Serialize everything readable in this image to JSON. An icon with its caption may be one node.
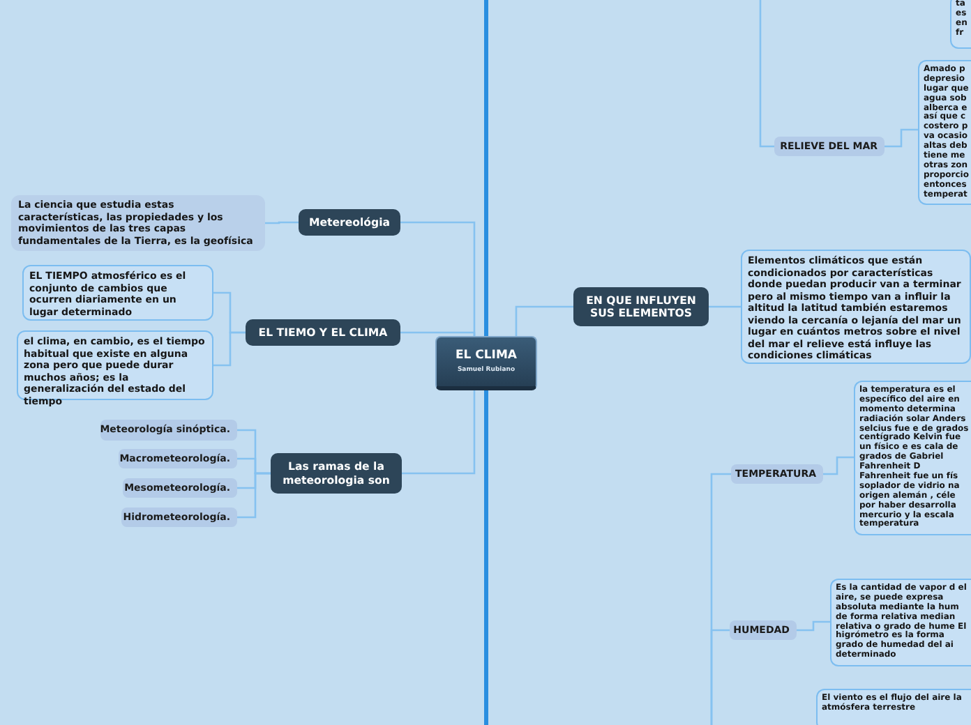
{
  "diagram": {
    "nodes": [
      {
        "text": [
          "EL CLIMA",
          "Samuel Rubiano"
        ]
      },
      {
        "text": [
          "Metereológia"
        ]
      },
      {
        "text": [
          "La ciencia que estudia estas características, las propiedades y los movimientos de las tres capas fundamentales de la Tierra, es la geofísica"
        ]
      },
      {
        "text": [
          "EL TIEMO Y EL CLIMA"
        ]
      },
      {
        "text": [
          "EL TIEMPO atmosférico es el conjunto de cambios que ocurren diariamente en un lugar determinado"
        ]
      },
      {
        "text": [
          "el clima, en cambio, es el tiempo habitual que existe en alguna zona pero que puede durar muchos años; es la generalización del estado del tiempo"
        ]
      },
      {
        "text": [
          "Las ramas de la meteorologia son"
        ]
      },
      {
        "text": [
          "Meteorología sinóptica."
        ]
      },
      {
        "text": [
          "Macrometeorología."
        ]
      },
      {
        "text": [
          "Mesometeorología."
        ]
      },
      {
        "text": [
          "Hidrometeorología."
        ]
      },
      {
        "text": [
          "EN QUE INFLUYEN SUS ELEMENTOS"
        ]
      },
      {
        "text": [
          "Elementos climáticos que están condicionados por características donde puedan producir van a terminar pero al mismo tiempo van a influir la altitud la latitud también estaremos viendo la cercanía o lejanía del mar un lugar en cuántos metros sobre el nivel del mar el relieve está influye las condiciones climáticas"
        ]
      },
      {
        "text": [
          "ta es en fr"
        ]
      },
      {
        "text": [
          "RELIEVE DEL MAR"
        ]
      },
      {
        "text": [
          "Amado p depresio lugar que agua sob alberca e así que c costero p va ocasio altas deb tiene me otras zon proporcio entonces temperat"
        ]
      },
      {
        "text": [
          "TEMPERATURA"
        ]
      },
      {
        "text": [
          "la temperatura es el específico del aire en momento determina radiación solar Anders selcius fue e de grados centígrado Kelvin fue un físico e es cala de grados de Gabriel Fahrenheit D Fahrenheit fue un fís soplador de vidrio na origen alemán , céle por haber desarrolla mercurio y la escala temperatura"
        ]
      },
      {
        "text": [
          "HUMEDAD"
        ]
      },
      {
        "text": [
          "Es la cantidad de vapor d el aire, se puede expresa absoluta mediante la hum de forma relativa median relativa o grado de hume El higrómetro es la forma grado de humedad del ai determinado"
        ]
      },
      {
        "text": [
          "El viento es el flujo del aire la atmósfera terrestre"
        ]
      }
    ],
    "edges": [
      {
        "from": 0,
        "to": 1,
        "arrow": "none"
      },
      {
        "from": 1,
        "to": 2,
        "arrow": "none"
      },
      {
        "from": 0,
        "to": 3,
        "arrow": "none"
      },
      {
        "from": 3,
        "to": 4,
        "arrow": "none"
      },
      {
        "from": 3,
        "to": 5,
        "arrow": "none"
      },
      {
        "from": 0,
        "to": 6,
        "arrow": "none"
      },
      {
        "from": 6,
        "to": 7,
        "arrow": "none"
      },
      {
        "from": 6,
        "to": 8,
        "arrow": "none"
      },
      {
        "from": 6,
        "to": 9,
        "arrow": "none"
      },
      {
        "from": 6,
        "to": 10,
        "arrow": "none"
      },
      {
        "from": 0,
        "to": 11,
        "arrow": "none"
      },
      {
        "from": 11,
        "to": 12,
        "arrow": "none"
      },
      {
        "from": 0,
        "to": null,
        "arrow": "none",
        "style": "thick",
        "color": "#2a8ee0"
      },
      {
        "from": 0,
        "to": null,
        "arrow": "none",
        "style": "thick",
        "color": "#2a8ee0"
      },
      {
        "from": null,
        "to": 14,
        "arrow": "none"
      },
      {
        "from": 14,
        "to": 15,
        "arrow": "none"
      },
      {
        "from": null,
        "to": 16,
        "arrow": "none"
      },
      {
        "from": 16,
        "to": 17,
        "arrow": "none"
      },
      {
        "from": null,
        "to": 18,
        "arrow": "none"
      },
      {
        "from": 18,
        "to": 19,
        "arrow": "none"
      }
    ]
  }
}
